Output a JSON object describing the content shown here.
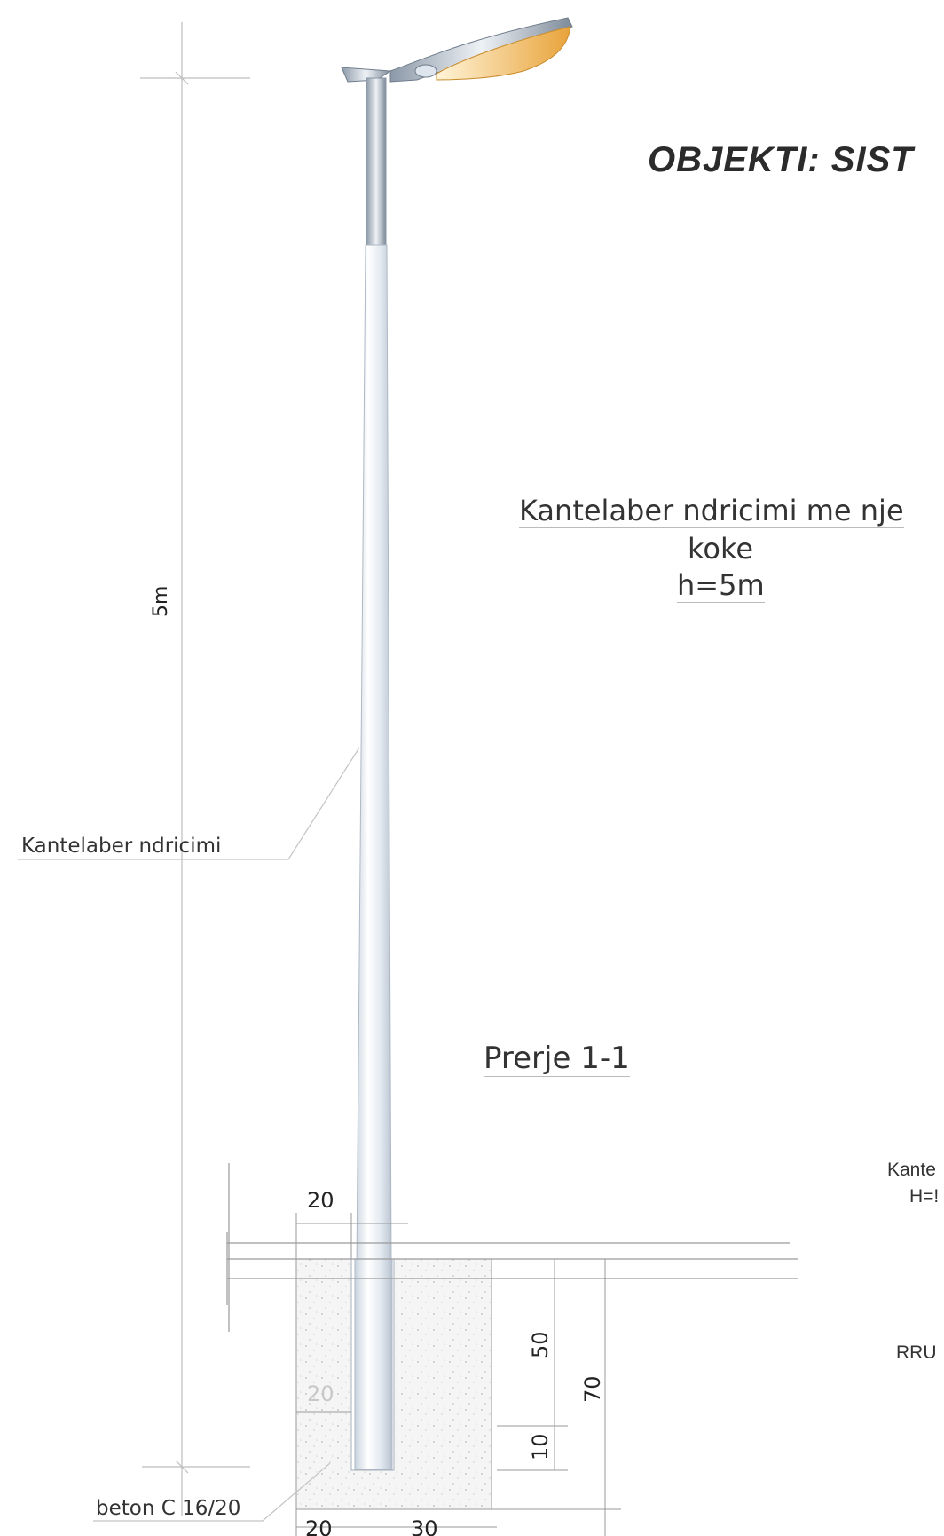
{
  "title": "OBJEKTI: SIST",
  "caption": {
    "line1": "Kantelaber ndricimi me nje",
    "line2": "koke",
    "line3": "h=5m"
  },
  "section_title": "Prerje 1-1",
  "labels": {
    "pole": "Kantelaber ndricimi",
    "concrete": "beton C 16/20",
    "right_cut_1": "Kante",
    "right_cut_2": "H=!",
    "right_cut_3": "RRU"
  },
  "dimensions": {
    "height": "5m",
    "top_width": "20",
    "inner_depth": "20",
    "depth_50": "50",
    "depth_10": "10",
    "depth_70": "70",
    "bottom_left": "20",
    "bottom_right": "30"
  },
  "colors": {
    "lamp_glow": "#f0b24a",
    "pole": "#e7edf4",
    "concrete": "#f4f4f4"
  }
}
